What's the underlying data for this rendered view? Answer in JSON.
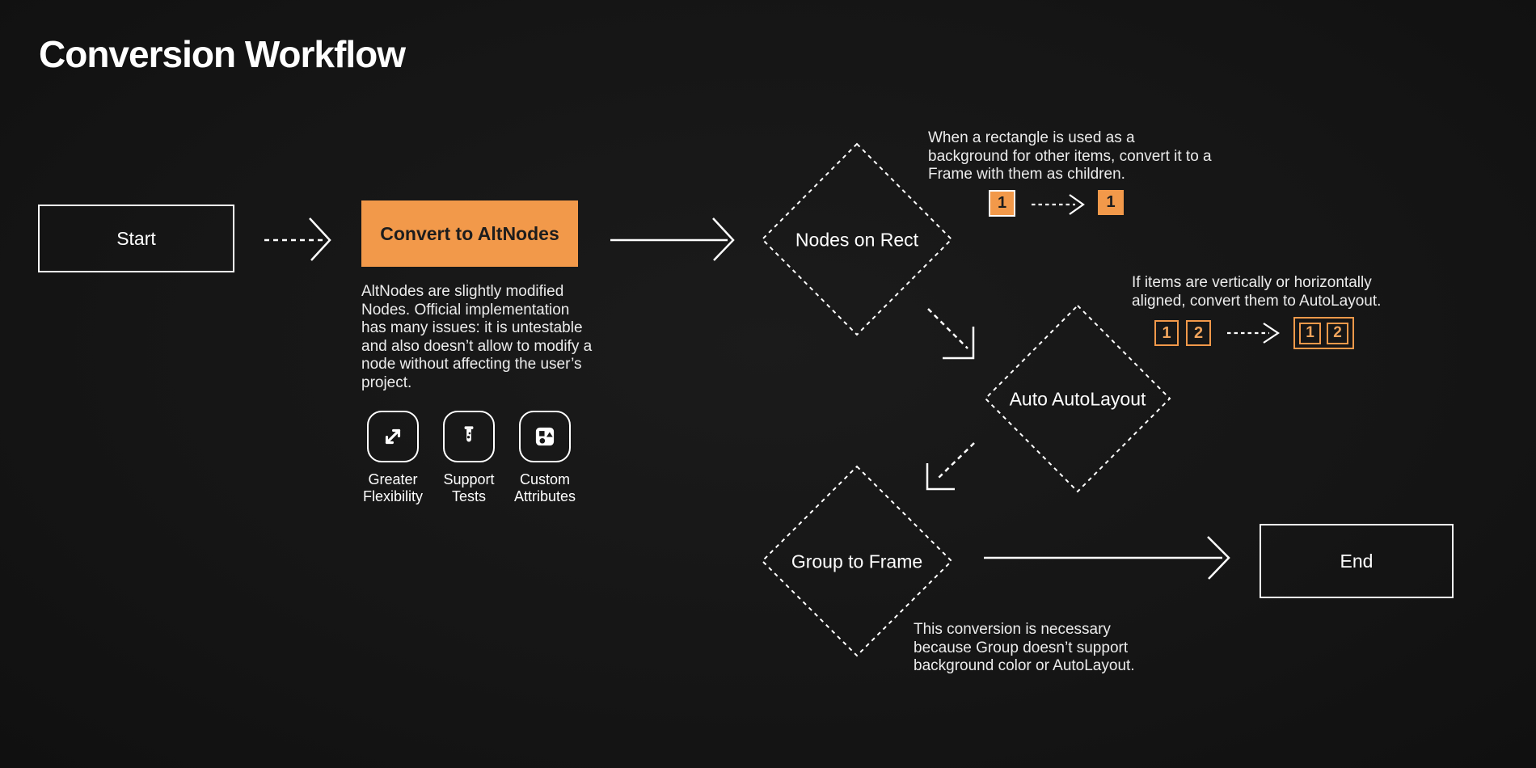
{
  "title": "Conversion Workflow",
  "colors": {
    "background": "#171717",
    "accent_orange": "#F2994A",
    "stroke_white": "#FFFFFF",
    "text_primary": "#FFFFFF",
    "text_secondary": "#ECECEC",
    "dark_text": "#1D1D1D"
  },
  "nodes": {
    "start": {
      "label": "Start"
    },
    "convert": {
      "label": "Convert to AltNodes",
      "description": "AltNodes are slightly modified Nodes. Official implementation has many issues: it is untestable and also doesn’t allow to modify a node without affecting the user’s project."
    },
    "nodes_on_rect": {
      "label": "Nodes on Rect",
      "note": "When a rectangle is used as a background for other items, convert it to a Frame with them as children."
    },
    "auto_autolayout": {
      "label": "Auto AutoLayout",
      "note": "If items are vertically or horizontally aligned, convert them to AutoLayout."
    },
    "group_to_frame": {
      "label": "Group to Frame",
      "note": "This conversion is necessary because Group doesn’t support background color or AutoLayout."
    },
    "end": {
      "label": "End"
    }
  },
  "features": [
    {
      "icon": "expand-arrows-icon",
      "label": "Greater Flexibility"
    },
    {
      "icon": "test-tube-icon",
      "label": "Support Tests"
    },
    {
      "icon": "shapes-icon",
      "label": "Custom Attributes"
    }
  ],
  "mini": {
    "rect_to_frame": {
      "before": "1",
      "after": "1"
    },
    "autolayout": {
      "before": [
        "1",
        "2"
      ],
      "after": [
        "1",
        "2"
      ]
    }
  }
}
